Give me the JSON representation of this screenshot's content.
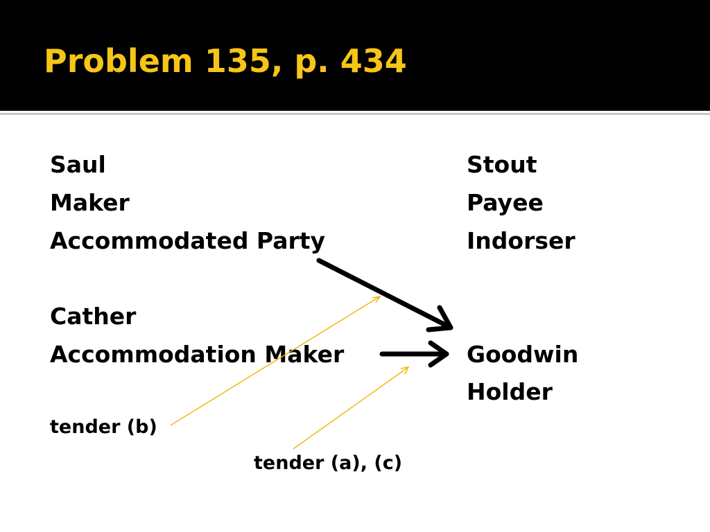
{
  "title": "Problem 135, p. 434",
  "left": {
    "saul": "Saul",
    "maker": "Maker",
    "accommodated_party": "Accommodated Party",
    "cather": "Cather",
    "accommodation_maker": "Accommodation Maker"
  },
  "right": {
    "stout": "Stout",
    "payee": "Payee",
    "indorser": "Indorser",
    "goodwin": "Goodwin",
    "holder": "Holder"
  },
  "notes": {
    "tender_b": "tender (b)",
    "tender_ac": "tender (a), (c)"
  },
  "colors": {
    "title_bar": "#000000",
    "title_text": "#f5c518",
    "thin_arrow": "#f0b400",
    "thick_arrow": "#000000"
  }
}
